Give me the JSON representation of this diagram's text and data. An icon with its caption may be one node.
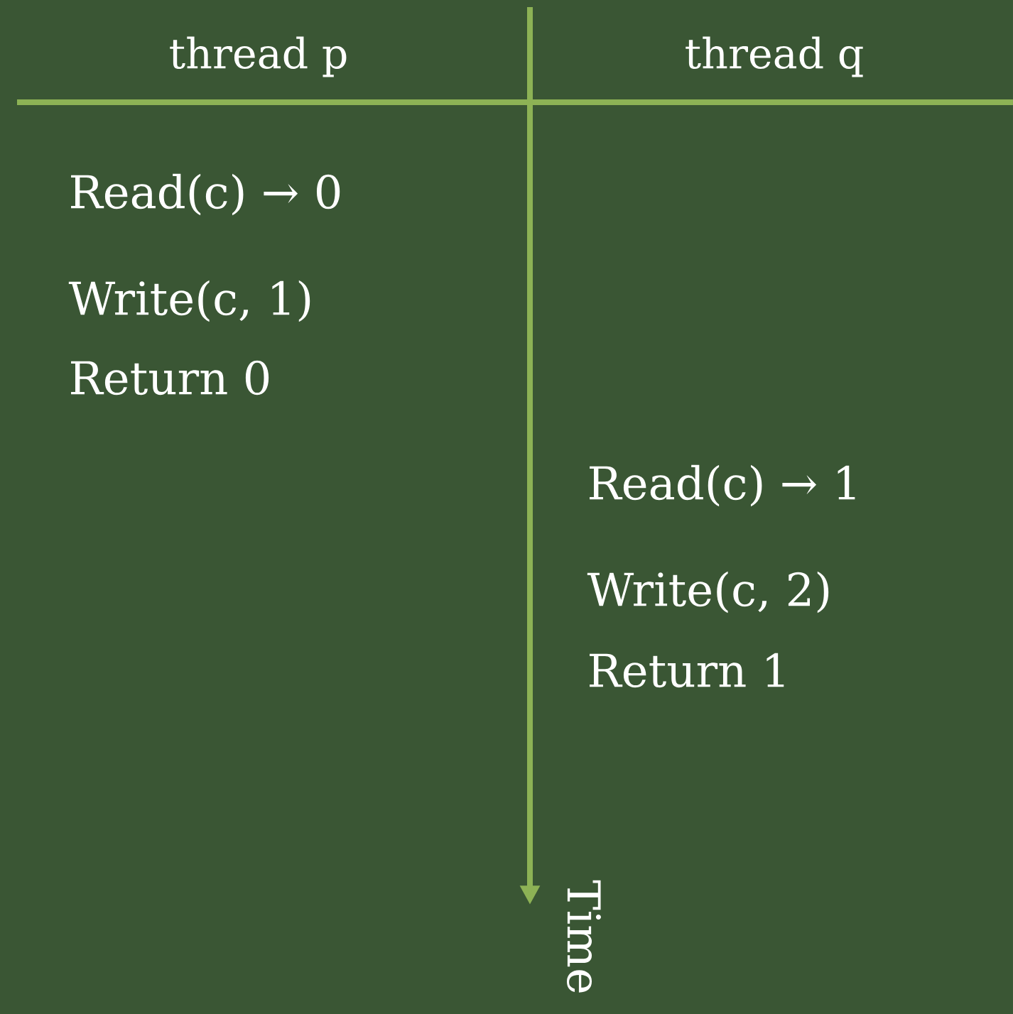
{
  "diagram": {
    "labels": [
      "thread p",
      "thread q",
      "Read(c) → 0",
      "Write(c, 1)",
      "Return 0",
      "Read(c) → 1",
      "Write(c, 2)",
      "Return 1",
      "Time"
    ]
  }
}
